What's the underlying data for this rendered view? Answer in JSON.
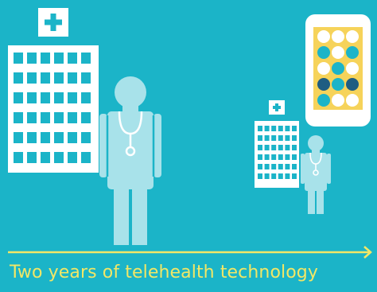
{
  "caption": "Two years of telehealth technology",
  "colors": {
    "background": "#1bb4c8",
    "white": "#ffffff",
    "figure": "#a8e2ea",
    "figure_outline": "#1bb4c8",
    "cross": "#1bb4c8",
    "phone_screen": "#f6d35a",
    "dot_white": "#ffffff",
    "dot_teal": "#1bb4c8",
    "dot_navy": "#1f5d82",
    "timeline": "#f2e766",
    "caption": "#f2e766"
  },
  "phone_dots": [
    [
      "dot_white",
      "dot_white",
      "dot_white"
    ],
    [
      "dot_teal",
      "dot_white",
      "dot_teal"
    ],
    [
      "dot_white",
      "dot_teal",
      "dot_white"
    ],
    [
      "dot_navy",
      "dot_teal",
      "dot_navy"
    ],
    [
      "dot_teal",
      "dot_white",
      "dot_white"
    ]
  ]
}
